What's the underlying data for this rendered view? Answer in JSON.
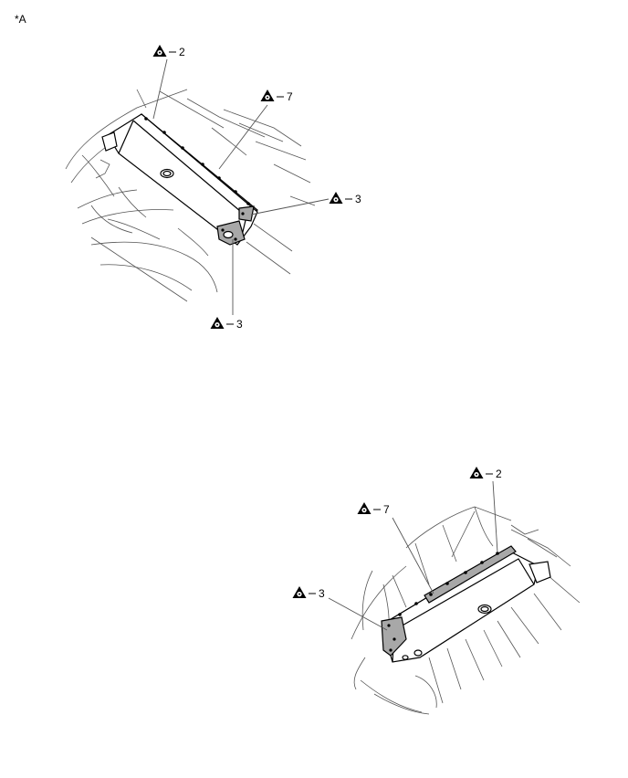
{
  "figure_label": "*A",
  "top_view": {
    "callouts": [
      {
        "id": "top-2",
        "text": "2"
      },
      {
        "id": "top-7",
        "text": "7"
      },
      {
        "id": "top-3a",
        "text": "3"
      },
      {
        "id": "top-3b",
        "text": "3"
      }
    ]
  },
  "bottom_view": {
    "callouts": [
      {
        "id": "bot-2",
        "text": "2"
      },
      {
        "id": "bot-7",
        "text": "7"
      },
      {
        "id": "bot-3",
        "text": "3"
      }
    ]
  },
  "colors": {
    "line": "#000000",
    "sealer_fill": "#a8a8a8",
    "panel_fill": "#ffffff",
    "body_line": "#555555"
  },
  "icons": [
    "sealer-triangle-icon"
  ]
}
